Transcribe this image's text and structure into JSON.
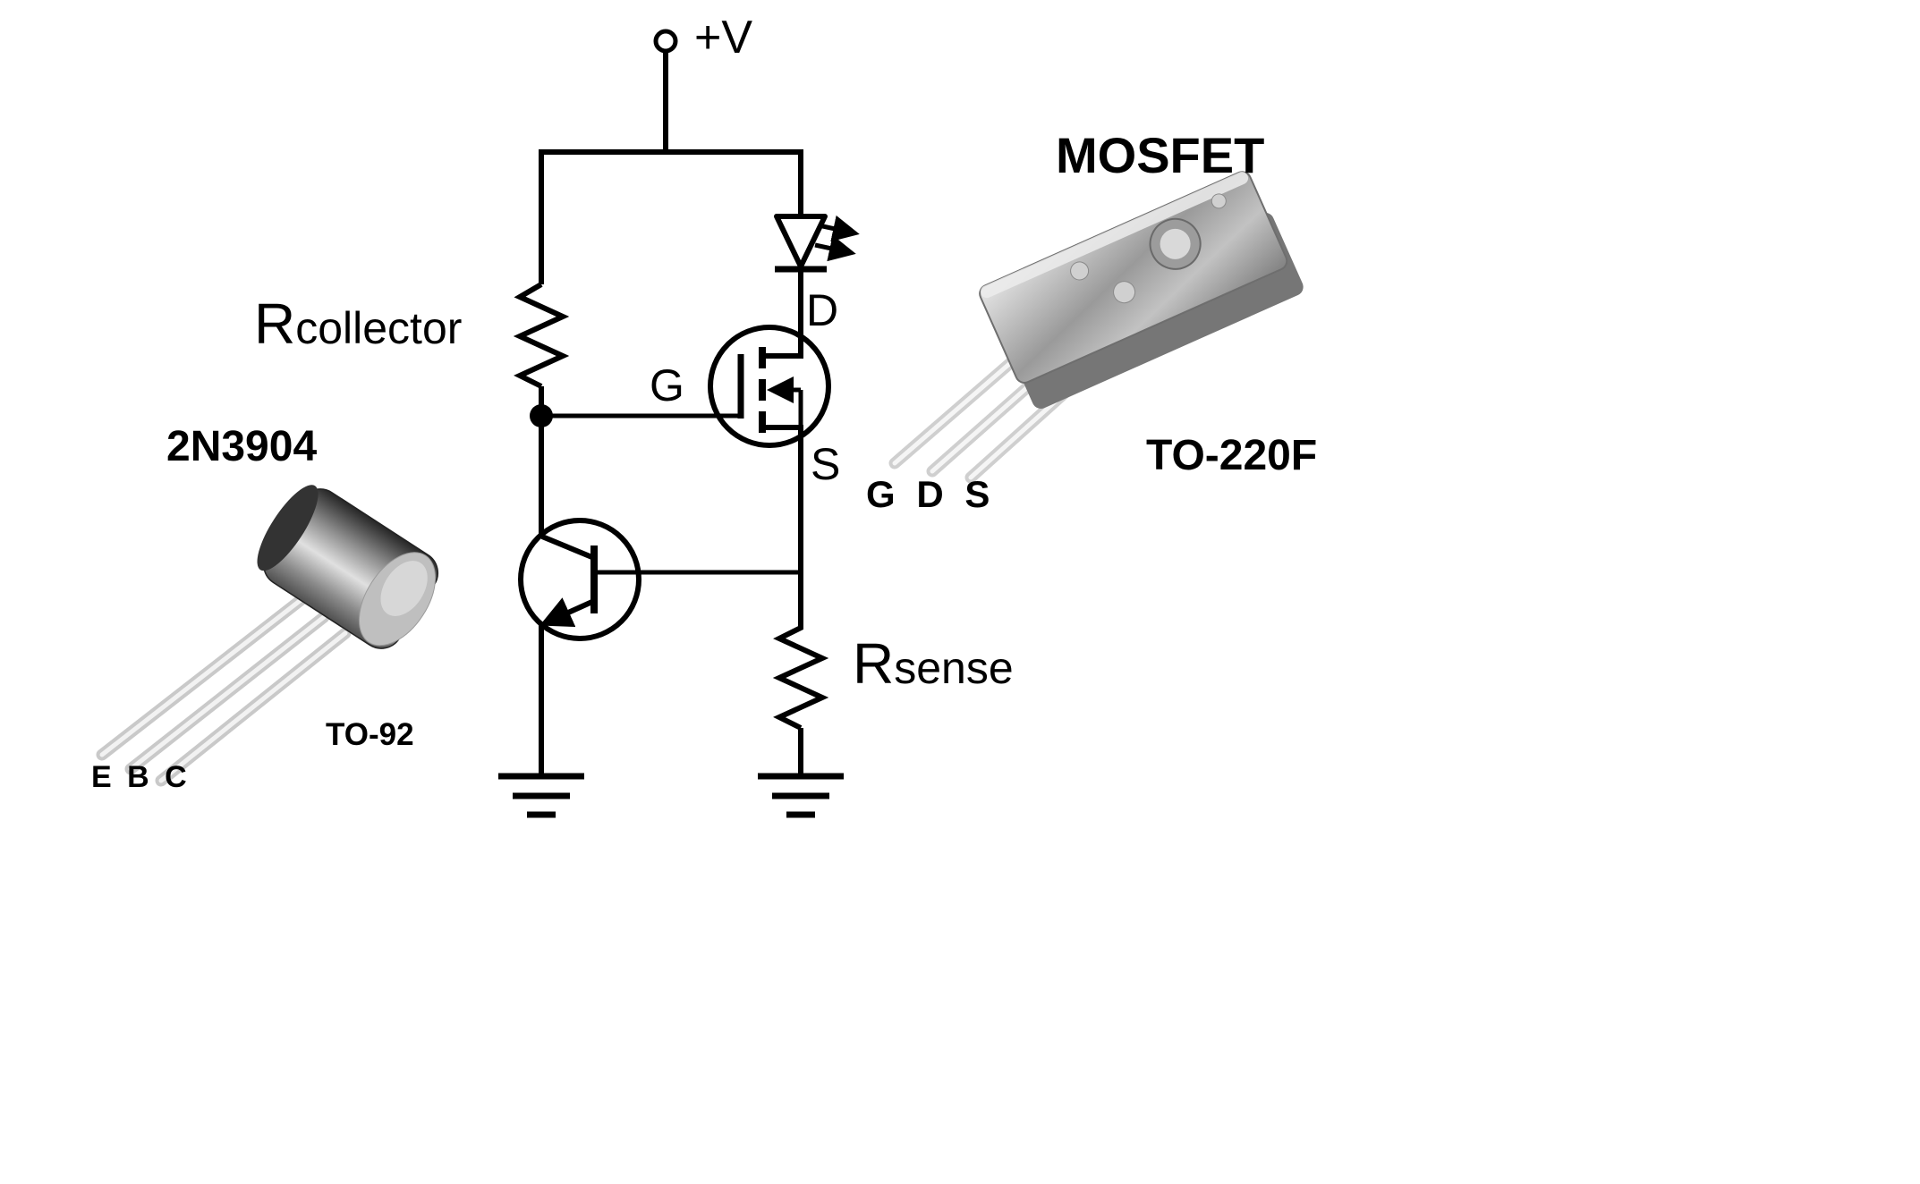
{
  "schematic": {
    "supply_label": "+V",
    "r_collector": {
      "prefix": "R",
      "suffix": "collector"
    },
    "r_sense": {
      "prefix": "R",
      "suffix": "sense"
    },
    "mosfet_pins": {
      "gate": "G",
      "drain": "D",
      "source": "S"
    }
  },
  "bjt_package": {
    "part_number": "2N3904",
    "package_name": "TO-92",
    "pinout": "E B C"
  },
  "mosfet_package": {
    "title": "MOSFET",
    "package_name": "TO-220F",
    "pinout": "G D S"
  },
  "colors": {
    "background": "#ffffff",
    "line": "#000000",
    "package_gray": "#b0b0b0",
    "lead_gray": "#cccccc"
  }
}
